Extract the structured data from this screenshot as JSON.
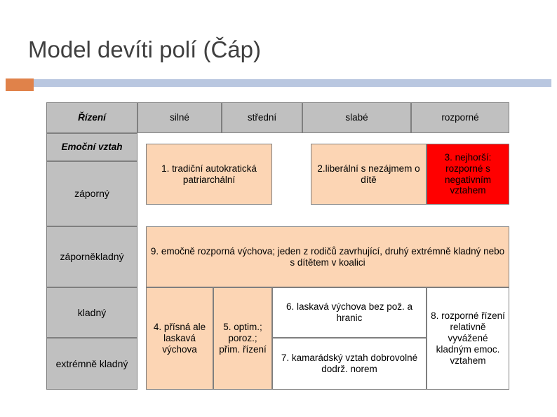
{
  "slide": {
    "title": "Model devíti polí (Čáp)",
    "accent_orange": "#e0824a",
    "accent_blue": "#b9c7e0",
    "header_bg": "#c0c0c0",
    "peach_bg": "#fcd5b4",
    "red_bg": "#ff0000"
  },
  "table": {
    "corner_label": "Řízení",
    "column_headers": [
      "silné",
      "střední",
      "slabé",
      "rozporné"
    ],
    "row_label_header": "Emoční vztah",
    "row_labels": [
      "záporný",
      "záporněkladný",
      "kladný",
      "extrémně kladný"
    ],
    "cells": {
      "c1": "1. tradiční autokratická patriarchální",
      "c2": "2.liberální s nezájmem o dítě",
      "c3": "3. nejhorší: rozporné s negativním vztahem",
      "c9": "9. emočně rozporná výchova; jeden z rodičů zavrhující, druhý extrémně kladný nebo s dítětem v koalici",
      "c4": "4. přísná ale laskavá výchova",
      "c5": "5. optim.; poroz.; přim. řízení",
      "c6": "6. laskavá výchova bez pož. a hranic",
      "c7": "7. kamarádský vztah dobrovolné dodrž. norem",
      "c8": "8. rozporné řízení relativně vyvážené kladným emoc. vztahem"
    }
  }
}
